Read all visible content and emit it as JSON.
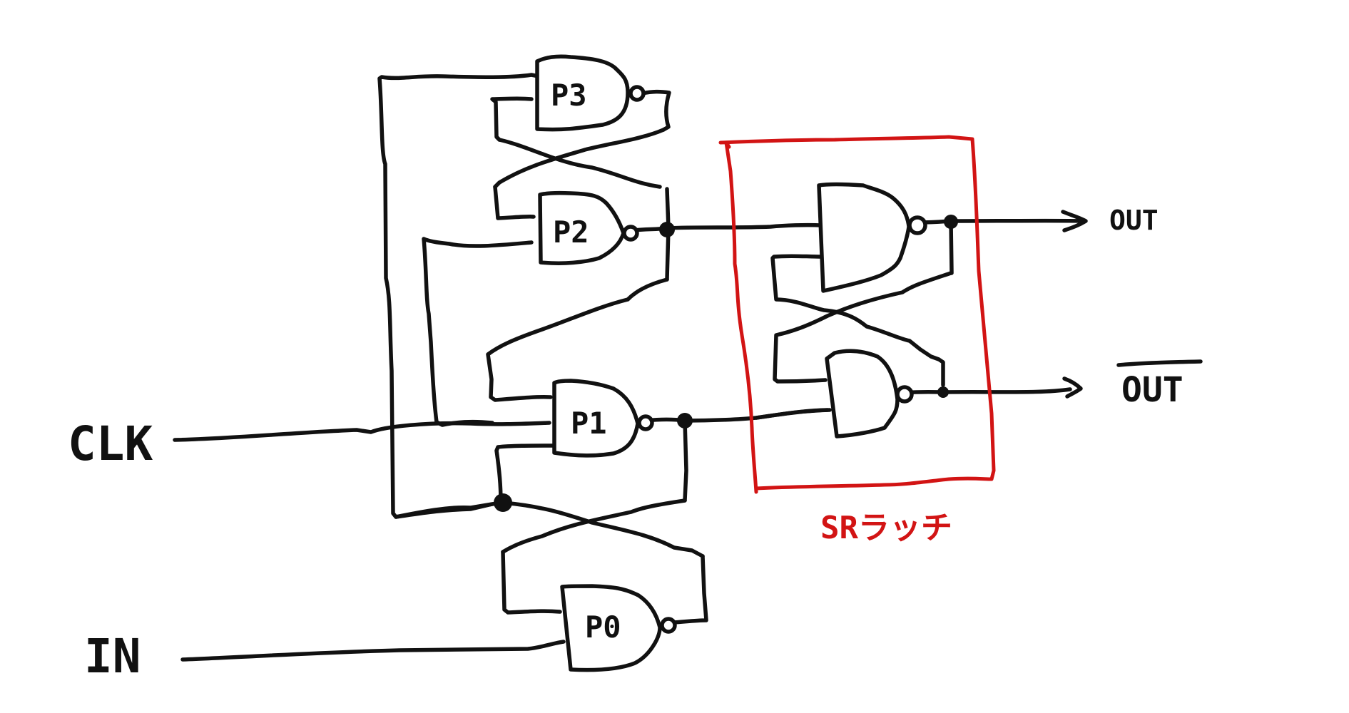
{
  "colors": {
    "ink": "#111111",
    "red": "#d21414",
    "background": "#ffffff"
  },
  "inputs": {
    "clk": "CLK",
    "in": "IN"
  },
  "outputs": {
    "out": "OUT",
    "out_bar": "OUT"
  },
  "gates": {
    "p0": "P0",
    "p1": "P1",
    "p2": "P2",
    "p3": "P3"
  },
  "sr_latch": {
    "label": "SRラッチ"
  }
}
